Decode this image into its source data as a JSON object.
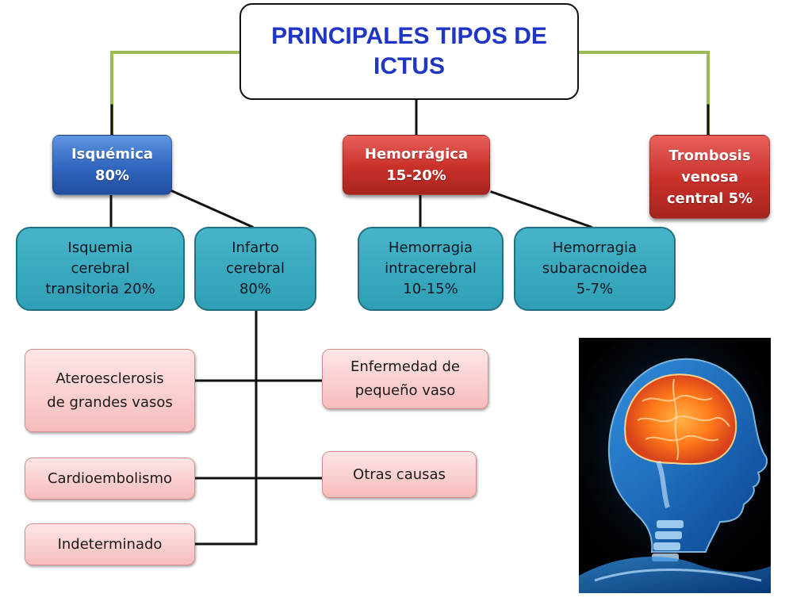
{
  "title": "PRINCIPALES TIPOS DE\nICTUS",
  "categories": [
    {
      "label": "Isquémica\n80%"
    },
    {
      "label": "Hemorrágica\n15-20%"
    },
    {
      "label": "Trombosis\nvenosa\ncentral 5%"
    }
  ],
  "subtypes": [
    {
      "label": "Isquemia\ncerebral\ntransitoria 20%"
    },
    {
      "label": "Infarto\ncerebral\n80%"
    },
    {
      "label": "Hemorragia\nintracerebral\n10-15%"
    },
    {
      "label": "Hemorragia\nsubaracnoidea\n5-7%"
    }
  ],
  "causes": [
    {
      "label": "Ateroesclerosis\nde grandes vasos"
    },
    {
      "label": "Cardioembolismo"
    },
    {
      "label": "Indeterminado"
    },
    {
      "label": "Enfermedad de\npequeño vaso"
    },
    {
      "label": "Otras causas"
    }
  ],
  "colors": {
    "title_text": "#1f36c4",
    "ischemic": "#2f65be",
    "hemorrhagic": "#c83029",
    "subtype": "#2e9fb6",
    "cause": "#f6bcbc",
    "green_connector": "#9bbb59"
  },
  "illustration": {
    "subject": "human head x-ray with highlighted brain"
  }
}
